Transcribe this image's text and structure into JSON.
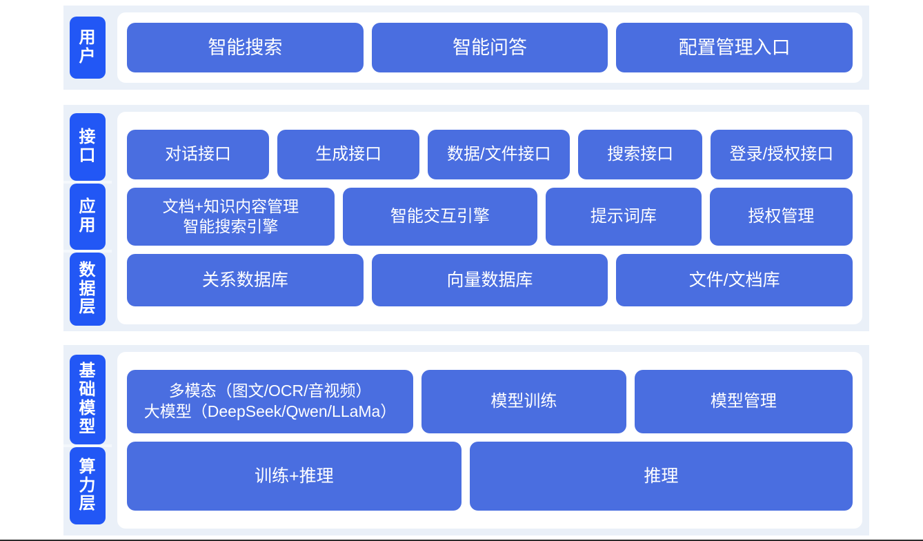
{
  "colors": {
    "page_background": "#ffffff",
    "band_background": "#eaf0f8",
    "panel_background": "#ffffff",
    "label_chip": "#2257f5",
    "block": "#4a6ee0",
    "block_text": "#ffffff"
  },
  "sections": [
    {
      "id": "user",
      "labels": [
        "用户"
      ],
      "rows": [
        {
          "id": "user-apps",
          "blocks": [
            {
              "text": "智能搜索",
              "flex": 1
            },
            {
              "text": "智能问答",
              "flex": 1
            },
            {
              "text": "配置管理入口",
              "flex": 1
            }
          ]
        }
      ]
    },
    {
      "id": "platform",
      "labels": [
        "接口",
        "应用",
        "数据层"
      ],
      "rows": [
        {
          "id": "interface",
          "blocks": [
            {
              "text": "对话接口",
              "flex": 21
            },
            {
              "text": "生成接口",
              "flex": 21
            },
            {
              "text": "数据/文件接口",
              "flex": 21
            },
            {
              "text": "搜索接口",
              "flex": 18
            },
            {
              "text": "登录/授权接口",
              "flex": 21
            }
          ]
        },
        {
          "id": "application",
          "blocks": [
            {
              "text": "文档+知识内容管理\n智能搜索引擎",
              "flex": 30,
              "multiline": true
            },
            {
              "text": "智能交互引擎",
              "flex": 28
            },
            {
              "text": "提示词库",
              "flex": 22
            },
            {
              "text": "授权管理",
              "flex": 20
            }
          ]
        },
        {
          "id": "data",
          "blocks": [
            {
              "text": "关系数据库",
              "flex": 1
            },
            {
              "text": "向量数据库",
              "flex": 1
            },
            {
              "text": "文件/文档库",
              "flex": 1
            }
          ]
        }
      ]
    },
    {
      "id": "infra",
      "labels": [
        "基础模型",
        "算力层"
      ],
      "rows": [
        {
          "id": "model",
          "blocks": [
            {
              "text": "多模态（图文/OCR/音视频）\n大模型（DeepSeek/Qwen/LLaMa）",
              "flex": 40,
              "multiline": true
            },
            {
              "text": "模型训练",
              "flex": 28
            },
            {
              "text": "模型管理",
              "flex": 30
            }
          ]
        },
        {
          "id": "compute",
          "blocks": [
            {
              "text": "训练+推理",
              "flex": 46
            },
            {
              "text": "推理",
              "flex": 53
            }
          ]
        }
      ]
    }
  ]
}
